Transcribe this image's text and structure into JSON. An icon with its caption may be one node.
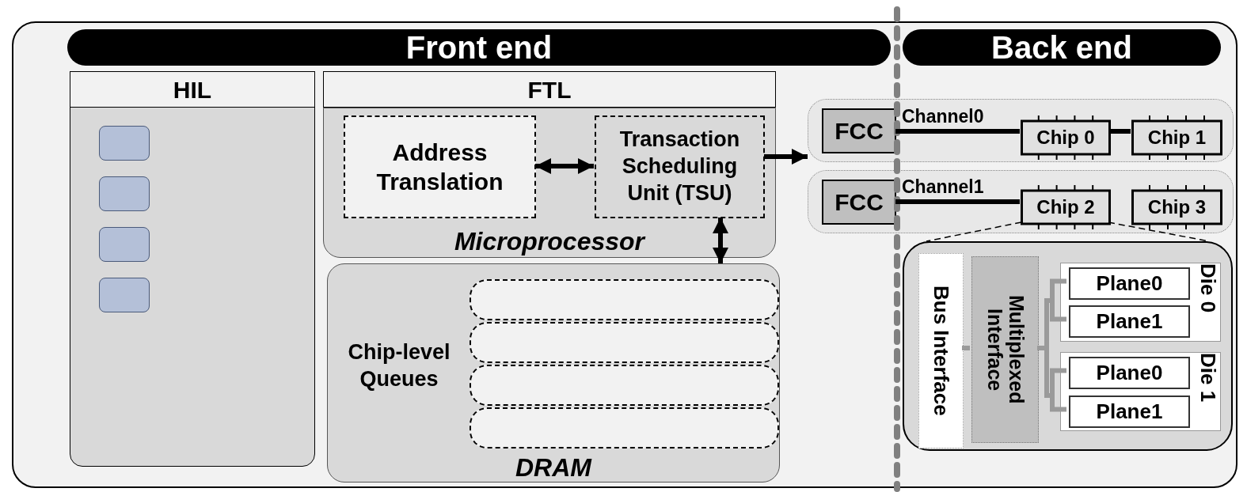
{
  "diagram": {
    "nodes": [
      {
        "text": [
          "Front end"
        ]
      },
      {
        "text": [
          "Back end"
        ]
      },
      {
        "text": [
          "HIL"
        ]
      },
      {
        "text": [],
        "shape": "box",
        "in": 2
      },
      {
        "text": [],
        "shape": "box",
        "in": 2
      },
      {
        "text": [],
        "shape": "box",
        "in": 2
      },
      {
        "text": [],
        "shape": "box",
        "in": 2
      },
      {
        "text": [
          "FTL"
        ]
      },
      {
        "text": [
          "Microprocessor"
        ]
      },
      {
        "text": [
          "Address Translation"
        ],
        "in": 8
      },
      {
        "text": [
          "Transaction Scheduling Unit (TSU)"
        ],
        "in": 8
      },
      {
        "text": [
          "Chip-level Queues",
          "DRAM"
        ]
      },
      {
        "text": [],
        "shape": "box",
        "in": 11
      },
      {
        "text": [],
        "shape": "box",
        "in": 11
      },
      {
        "text": [],
        "shape": "box",
        "in": 11
      },
      {
        "text": [],
        "shape": "box",
        "in": 11
      },
      {
        "text": [],
        "shape": "box"
      },
      {
        "text": [
          "FCC"
        ],
        "in": 16
      },
      {
        "text": [
          "Chip 0"
        ],
        "in": 16
      },
      {
        "text": [
          "Chip 1"
        ],
        "in": 16
      },
      {
        "text": [],
        "shape": "box"
      },
      {
        "text": [
          "FCC"
        ],
        "in": 20
      },
      {
        "text": [
          "Chip 2"
        ],
        "in": 20
      },
      {
        "text": [
          "Chip 3"
        ],
        "in": 20
      },
      {
        "text": [],
        "shape": "box"
      },
      {
        "text": [
          "Bus Interface"
        ],
        "in": 24
      },
      {
        "text": [
          "Multiplexed Interface"
        ],
        "in": 24
      },
      {
        "text": [
          "Die 0"
        ],
        "in": 24
      },
      {
        "text": [
          "Plane0"
        ],
        "in": 27
      },
      {
        "text": [
          "Plane1"
        ],
        "in": 27
      },
      {
        "text": [
          "Die 1"
        ],
        "in": 24
      },
      {
        "text": [
          "Plane0"
        ],
        "in": 30
      },
      {
        "text": [
          "Plane1"
        ],
        "in": 30
      }
    ],
    "edges": [
      {
        "from": 9,
        "to": 10,
        "arrow": "both"
      },
      {
        "from": 10,
        "to": 16,
        "arrow": "to"
      },
      {
        "from": 10,
        "to": 11,
        "arrow": "both"
      },
      {
        "from": 17,
        "to": 18,
        "arrow": "none",
        "label": "Channel0"
      },
      {
        "from": 18,
        "to": 19,
        "arrow": "none"
      },
      {
        "from": 21,
        "to": 22,
        "arrow": "none",
        "label": "Channel1"
      },
      {
        "from": 22,
        "to": 24,
        "arrow": "none",
        "style": "dashed"
      },
      {
        "from": 22,
        "to": 24,
        "arrow": "none",
        "style": "dashed"
      },
      {
        "from": 25,
        "to": 26,
        "arrow": "none",
        "color": "#9a9a9a"
      },
      {
        "from": 26,
        "to": 28,
        "arrow": "none",
        "color": "#9a9a9a"
      },
      {
        "from": 26,
        "to": 29,
        "arrow": "none",
        "color": "#9a9a9a"
      },
      {
        "from": 26,
        "to": 31,
        "arrow": "none",
        "color": "#9a9a9a"
      },
      {
        "from": 26,
        "to": 32,
        "arrow": "none",
        "color": "#9a9a9a"
      }
    ]
  }
}
